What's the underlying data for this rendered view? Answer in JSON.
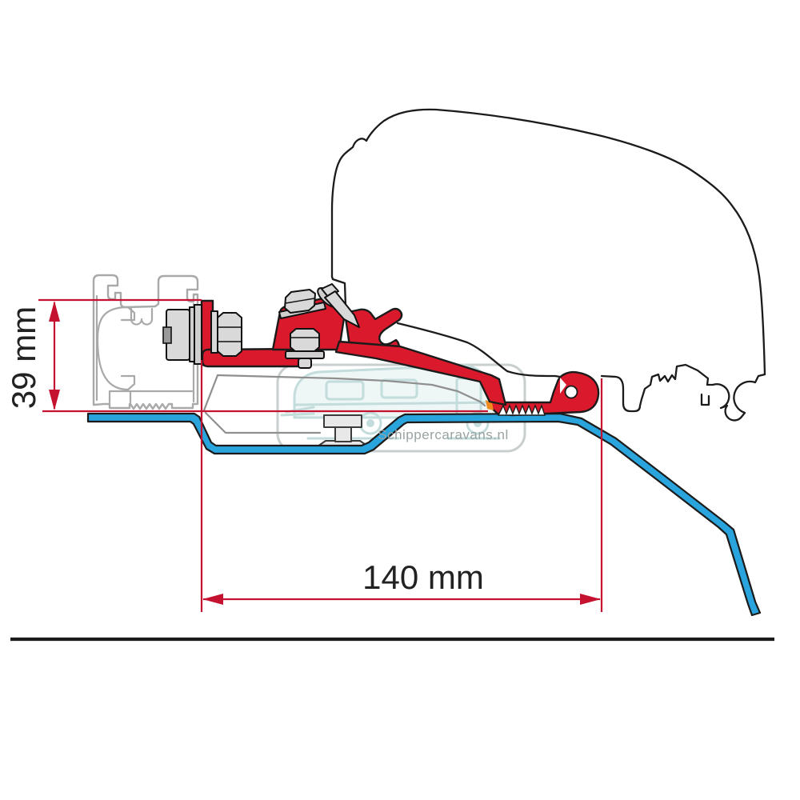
{
  "diagram": {
    "type": "technical-drawing",
    "annotations": {
      "height_dimension": {
        "label": "39 mm"
      },
      "width_dimension": {
        "label": "140 mm"
      }
    },
    "watermark": {
      "text": "Schippercaravans.nl",
      "logo_icon": "caravan-icon"
    },
    "colors": {
      "bracket_red": "#da1a2c",
      "dimension_red": "#c41230",
      "roof_blue": "#2aa4dd",
      "outline_black": "#1b1b1b",
      "rail_gray": "#a9a9a9",
      "panel_gray": "#8f8f8f",
      "bolt_gray": "#d9d9d9",
      "watermark_teal": "#c3dcdc",
      "watermark_text_gray": "#9aa3a3",
      "pad_orange": "#f08a1d"
    }
  }
}
